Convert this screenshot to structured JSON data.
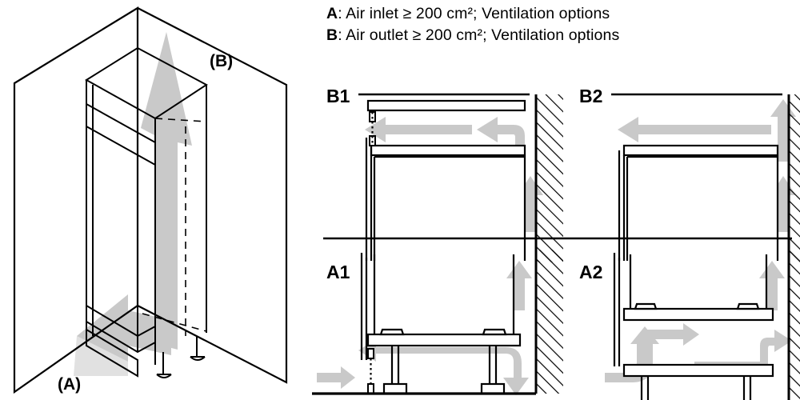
{
  "legend": {
    "lines": [
      {
        "key": "A",
        "text": ": Air inlet ≥ 200 cm²; Ventilation options"
      },
      {
        "key": "B",
        "text": ": Air outlet ≥ 200 cm²; Ventilation options"
      }
    ]
  },
  "isometric": {
    "caption_inlet": "(A)",
    "caption_outlet": "(B)",
    "description": "Isometric view of tall built-in niche in corner with air inlet at plinth base and air outlet rising behind cabinet"
  },
  "panels": [
    {
      "id": "b1",
      "label": "B1",
      "row": "outlet",
      "description": "Air outlet option 1: air rises up rear wall gap, turns left above cabinet top panel, exits through vent gap at front of ceiling soffit"
    },
    {
      "id": "b2",
      "label": "B2",
      "row": "outlet",
      "description": "Air outlet option 2: air rises up rear wall gap past cabinet top and continues to ceiling, with branch flowing left above cabinet"
    },
    {
      "id": "a1",
      "label": "A1",
      "row": "inlet",
      "description": "Air inlet option 1: air enters at floor level through plinth vent at front, flows right beneath cabinet base, rises up rear wall gap"
    },
    {
      "id": "a2",
      "label": "A2",
      "row": "inlet",
      "description": "Air inlet option 2: air enters low at front, rises over plinth shelf, flows right beneath cabinet base, rises up rear wall gap"
    }
  ],
  "colors": {
    "line": "#000000",
    "arrow": "#c9c9c9",
    "background": "#ffffff"
  }
}
